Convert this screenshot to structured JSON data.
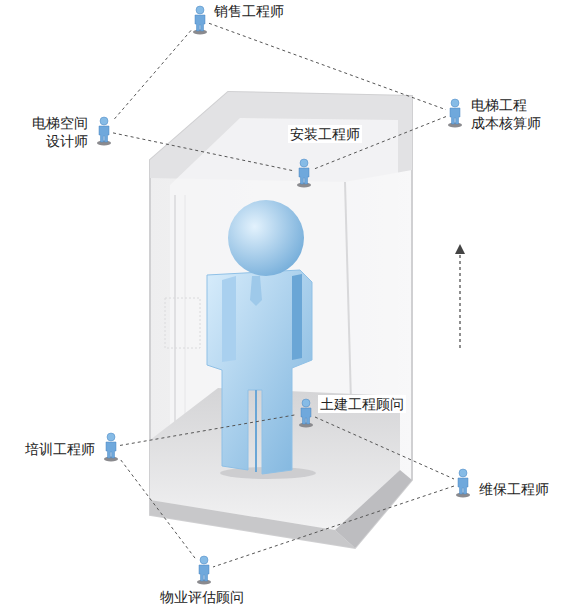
{
  "diagram": {
    "nodes": [
      {
        "text": [
          "销售工程师"
        ]
      },
      {
        "text": [
          "电梯空间 设计师"
        ]
      },
      {
        "text": [
          "电梯工程 成本核算师"
        ]
      },
      {
        "text": [
          "安装工程师"
        ]
      },
      {
        "text": [
          "土建工程顾问"
        ]
      },
      {
        "text": [
          "培训工程师"
        ]
      },
      {
        "text": [
          "维保工程师"
        ]
      },
      {
        "text": [
          "物业评估顾问"
        ]
      }
    ],
    "edges": [
      {
        "from": 0,
        "to": 1,
        "arrow": "none"
      },
      {
        "from": 0,
        "to": 2,
        "arrow": "none"
      },
      {
        "from": 1,
        "to": 3,
        "arrow": "none"
      },
      {
        "from": 2,
        "to": 3,
        "arrow": "none"
      },
      {
        "from": 5,
        "to": 4,
        "arrow": "none"
      },
      {
        "from": 4,
        "to": 6,
        "arrow": "none"
      },
      {
        "from": 6,
        "to": 7,
        "arrow": "none"
      },
      {
        "from": 7,
        "to": 5,
        "arrow": "none"
      }
    ]
  }
}
